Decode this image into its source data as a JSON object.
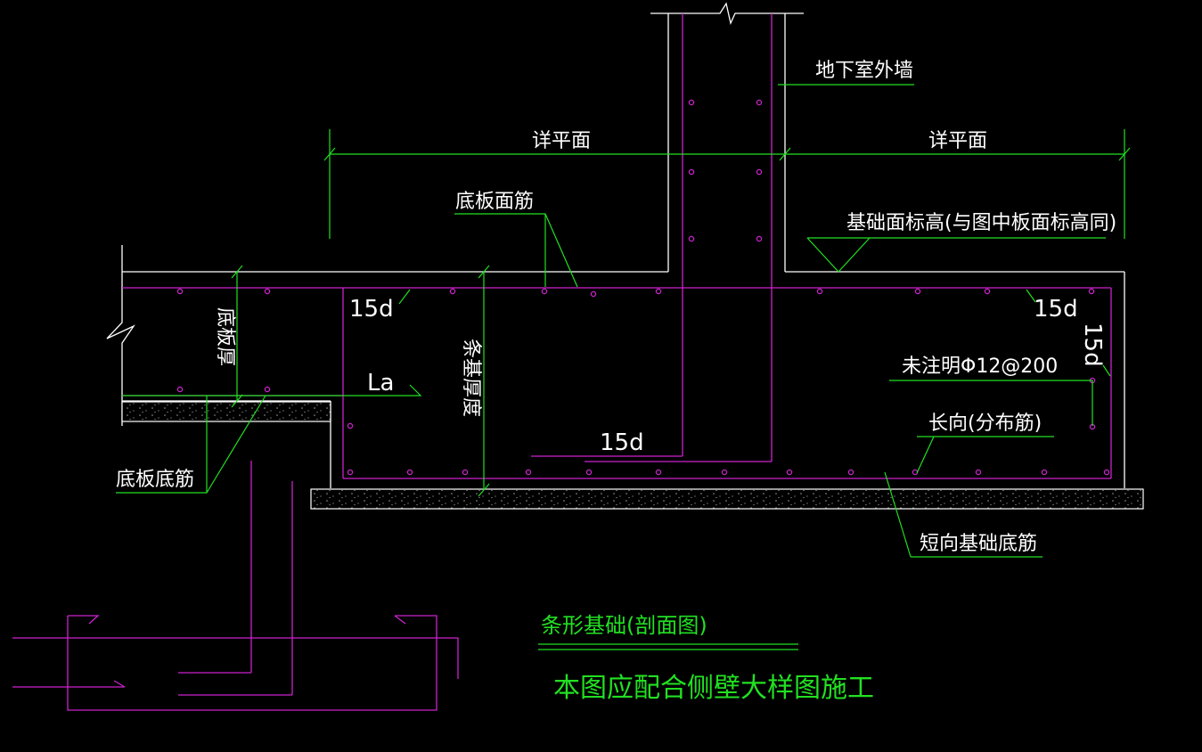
{
  "drawing": {
    "colors": {
      "background": "#000000",
      "outline": "#ffffff",
      "rebar": "#cc22cc",
      "leader": "#22e022",
      "text": "#ffffff",
      "title": "#22e022",
      "bar_dot": "#cc22cc",
      "fill": "#8a8a8a"
    },
    "labels": {
      "basement_wall": "地下室外墙",
      "see_plan_left": "详平面",
      "see_plan_right": "详平面",
      "slab_top_bar": "底板面筋",
      "foundation_top_elevation": "基础面标高(与图中板面标高同)",
      "slab_thickness": "底板厚",
      "strip_thickness": "条基厚度",
      "slab_bottom_bar": "底板底筋",
      "unspecified_rebar": "未注明Φ12@200",
      "long_direction": "长向(分布筋)",
      "short_bottom_bar": "短向基础底筋",
      "anchor_la": "La",
      "dim_15d_top_left": "15d",
      "dim_15d_top_right": "15d",
      "dim_15d_right_vertical": "15d",
      "dim_15d_wall_bottom": "15d"
    },
    "title": "条形基础(剖面图)",
    "note": "本图应配合侧壁大样图施工"
  }
}
